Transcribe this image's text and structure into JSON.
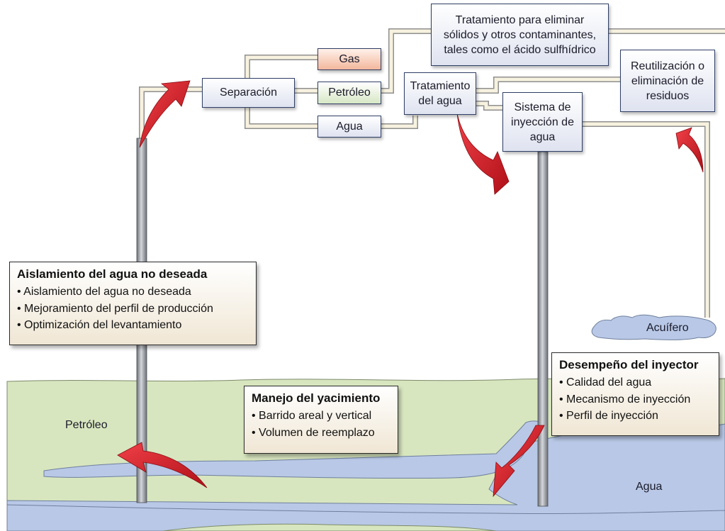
{
  "process_boxes": {
    "gas": "Gas",
    "separacion": "Separación",
    "petroleo": "Petróleo",
    "agua": "Agua",
    "tratamiento_solidos": "Tratamiento para eliminar sólidos y otros contaminantes, tales como el ácido sulfhídrico",
    "tratamiento_agua": "Tratamiento del agua",
    "reutilizacion": "Reutilización o eliminación de residuos",
    "sistema_inyeccion": "Sistema de inyección de agua"
  },
  "info_boxes": {
    "aislamiento": {
      "title": "Aislamiento del agua no deseada",
      "items": [
        "Aislamiento del agua no deseada",
        "Mejoramiento del perfil de producción",
        "Optimización del levantamiento"
      ]
    },
    "manejo": {
      "title": "Manejo del yacimiento",
      "items": [
        "Barrido areal y vertical",
        "Volumen de reemplazo"
      ]
    },
    "desempeno": {
      "title": "Desempeño del inyector",
      "items": [
        "Calidad del agua",
        "Mecanismo de inyección",
        "Perfil de inyección"
      ]
    }
  },
  "zone_labels": {
    "petroleo": "Petróleo",
    "agua": "Agua",
    "acuifero": "Acuífero"
  },
  "colors": {
    "oil_zone": "#d8e6bf",
    "water_zone": "#b8c8e6",
    "arrow_red": "#d81e2a",
    "pipe_fill": "#f7f2df",
    "pipe_outline": "#8f8f8f",
    "well_casing": "#8e9298"
  }
}
